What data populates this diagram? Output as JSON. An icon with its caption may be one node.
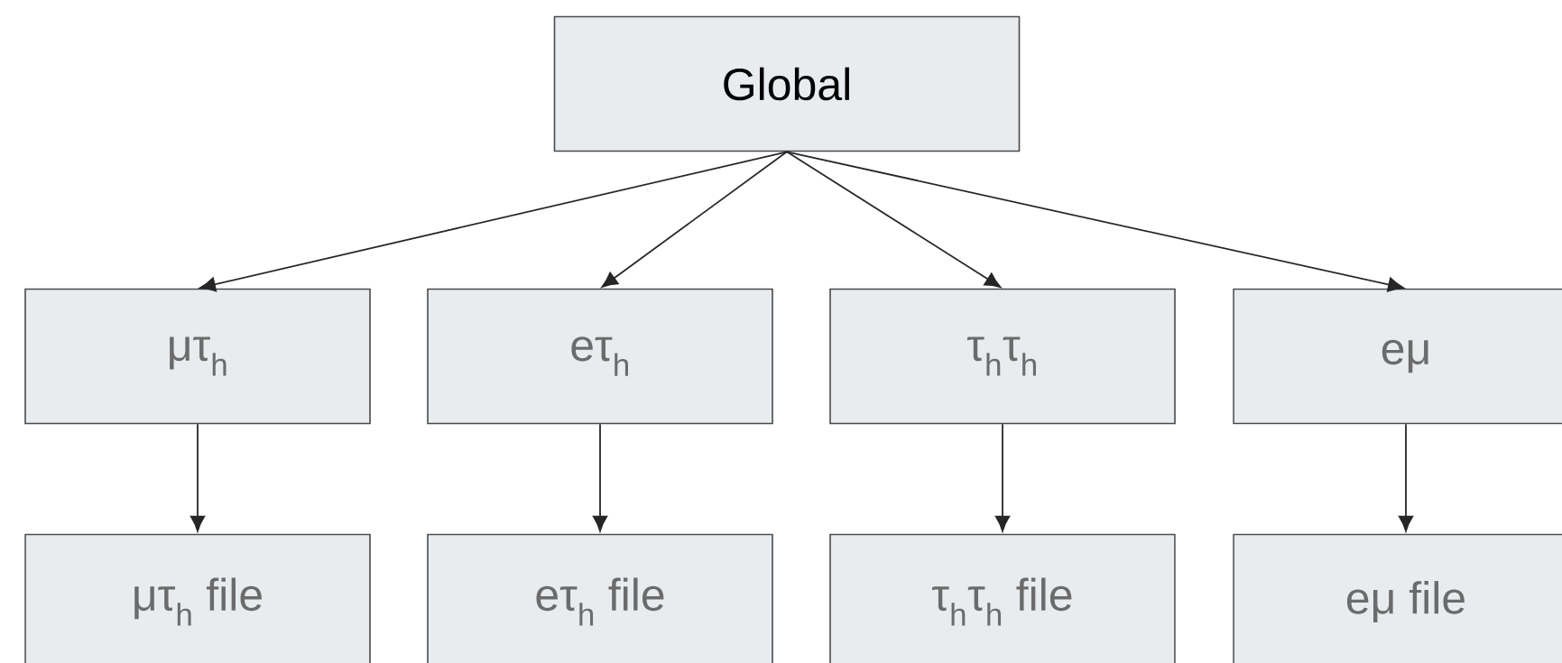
{
  "diagram": {
    "nodes": [
      {
        "text": [
          "Global"
        ]
      },
      {
        "text": [
          "μτ$_{h}$"
        ]
      },
      {
        "text": [
          "eτ$_{h}$"
        ]
      },
      {
        "text": [
          "τ$_{h}$τ$_{h}$"
        ]
      },
      {
        "text": [
          "eμ"
        ]
      },
      {
        "text": [
          "μτ$_{h}$ file"
        ]
      },
      {
        "text": [
          "eτ$_{h}$ file"
        ]
      },
      {
        "text": [
          "τ$_{h}$τ$_{h}$ file"
        ]
      },
      {
        "text": [
          "eμ file"
        ]
      }
    ],
    "edges": [
      {
        "from": 0,
        "to": 1,
        "arrow": "to"
      },
      {
        "from": 0,
        "to": 2,
        "arrow": "to"
      },
      {
        "from": 0,
        "to": 3,
        "arrow": "to"
      },
      {
        "from": 0,
        "to": 4,
        "arrow": "to"
      },
      {
        "from": 1,
        "to": 5,
        "arrow": "to"
      },
      {
        "from": 2,
        "to": 6,
        "arrow": "to"
      },
      {
        "from": 3,
        "to": 7,
        "arrow": "to"
      },
      {
        "from": 4,
        "to": 8,
        "arrow": "to"
      }
    ]
  }
}
